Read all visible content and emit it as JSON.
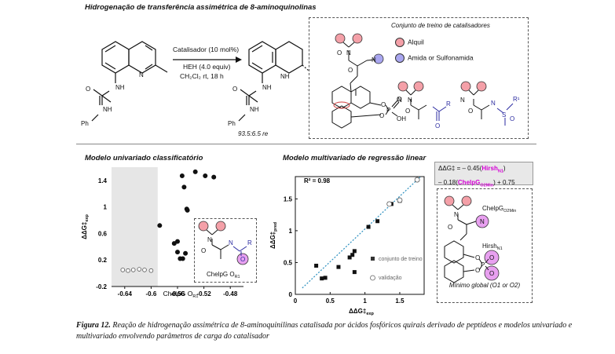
{
  "top": {
    "title": "Hidrogenação de transferência assimétrica de 8-aminoquinolinas",
    "conditions": [
      "Catalisador (10 mol%)",
      "HEH (4.0 equiv)",
      "CH₂Cl₂ rt, 18 h"
    ],
    "er": "93.5:6.5 re",
    "reactant_labels": [
      "N",
      "NH",
      "O",
      "NH",
      "Ph"
    ],
    "product_labels": [
      "NH",
      "NH",
      "O",
      "NH",
      "Ph"
    ],
    "training_set": {
      "title": "Conjunto de treino de catalisadores",
      "legend": [
        {
          "label": "Alquil",
          "color": "#f4a0a8"
        },
        {
          "label": "Amida or Sulfonamida",
          "color": "#a9a6f0"
        }
      ],
      "atom_labels": [
        "O",
        "N",
        "N",
        "O",
        "O",
        "P",
        "O",
        "OH",
        "O",
        "N",
        "N",
        "R",
        "O",
        "O",
        "N",
        "N",
        "S",
        "R¹",
        "O",
        "O"
      ]
    }
  },
  "univariate": {
    "title": "Modelo univariado classificatório",
    "inset_label": "ChelpG O",
    "inset_label_sub": "R1",
    "inset_atoms": [
      "N",
      "O",
      "N",
      "R",
      "O"
    ]
  },
  "multivariate": {
    "title": "Modelo multivariado de regressão linear",
    "equation_line1_prefix": "ΔΔG‡ = – 0.45(",
    "equation_term1": "Hirsh",
    "equation_term1_sub": "N1",
    "equation_line1_suffix": ")",
    "equation_line2_prefix": "– 0.18(",
    "equation_term2": "ChelpG",
    "equation_term2_sub": "O2Min",
    "equation_line2_suffix": ") + 0.75",
    "r2": "R² = 0.98",
    "legend_training": "conjunto de treino",
    "legend_validation": "validação",
    "inset": {
      "label1": "ChelpG",
      "label1_sub": "O2Min",
      "label2": "Hirsh",
      "label2_sub": "N1",
      "caption": "Mínimo global (O1 or O2)",
      "atoms": [
        "N",
        "O",
        "N",
        "O",
        "O",
        "P",
        "O",
        "O"
      ]
    }
  },
  "chart_data": [
    {
      "type": "scatter",
      "title": "Modelo univariado classificatório",
      "xlabel": "ChelpG O",
      "xlabel_sub": "R1",
      "ylabel": "ΔΔG‡",
      "ylabel_sub": "exp",
      "xlim": [
        -0.66,
        -0.46
      ],
      "ylim": [
        -0.2,
        1.6
      ],
      "x_ticks": [
        -0.64,
        -0.6,
        -0.56,
        -0.52,
        -0.48
      ],
      "x_tick_labels": [
        "-0.64",
        "-0.6",
        "-0.56",
        "-0.52",
        "-0.48"
      ],
      "y_ticks": [
        -0.2,
        0.2,
        0.6,
        1,
        1.4
      ],
      "y_tick_labels": [
        "-0.2",
        "0.2",
        "0.6",
        "1",
        "1.4"
      ],
      "shaded_region_x": [
        -0.66,
        -0.59
      ],
      "series": [
        {
          "marker": "filled-circle",
          "x": [
            -0.587,
            -0.565,
            -0.56,
            -0.556,
            -0.552,
            -0.548,
            -0.546,
            -0.55,
            -0.553,
            -0.56,
            -0.545,
            -0.533,
            -0.518,
            -0.505
          ],
          "y": [
            0.72,
            0.45,
            0.32,
            0.22,
            0.22,
            0.3,
            0.97,
            1.3,
            1.47,
            0.48,
            0.95,
            1.53,
            1.47,
            1.45
          ]
        },
        {
          "marker": "open-circle",
          "x": [
            -0.643,
            -0.635,
            -0.627,
            -0.618,
            -0.61,
            -0.6
          ],
          "y": [
            0.05,
            0.04,
            0.05,
            0.06,
            0.05,
            0.04
          ]
        }
      ]
    },
    {
      "type": "scatter",
      "title": "Modelo multivariado de regressão linear",
      "xlabel": "ΔΔG‡",
      "xlabel_sub": "exp",
      "ylabel": "ΔΔG‡",
      "ylabel_sub": "pred",
      "xlim": [
        0,
        1.85
      ],
      "ylim": [
        0,
        1.85
      ],
      "x_ticks": [
        0,
        0.5,
        1,
        1.5
      ],
      "x_tick_labels": [
        "0",
        "0.5",
        "1",
        "1.5"
      ],
      "y_ticks": [
        0,
        0.5,
        1,
        1.5
      ],
      "y_tick_labels": [
        "0",
        "0.5",
        "1",
        "1.5"
      ],
      "series": [
        {
          "name": "conjunto de treino",
          "marker": "filled-square",
          "x": [
            0.3,
            0.38,
            0.43,
            0.62,
            0.78,
            0.82,
            0.85,
            0.85,
            1.05,
            1.18,
            1.35,
            1.38,
            1.5
          ],
          "y": [
            0.45,
            0.25,
            0.26,
            0.43,
            0.58,
            0.62,
            0.68,
            0.35,
            1.06,
            1.15,
            1.42,
            1.42,
            1.47
          ]
        },
        {
          "name": "validação",
          "marker": "open-circle",
          "x": [
            1.35,
            1.5,
            1.75
          ],
          "y": [
            1.42,
            1.48,
            1.8
          ]
        }
      ],
      "fit_line": {
        "x": [
          0.1,
          1.8
        ],
        "y": [
          0.1,
          1.85
        ]
      }
    }
  ],
  "caption": {
    "lead": "Figura 12.",
    "text": " Reação de hidrogenação assimétrica de 8-aminoquinilinas catalisada por ácidos fosfóricos quirais derivado de peptídeos e modelos univariado e multivariado envolvendo parâmetros de carga do catalisador"
  }
}
